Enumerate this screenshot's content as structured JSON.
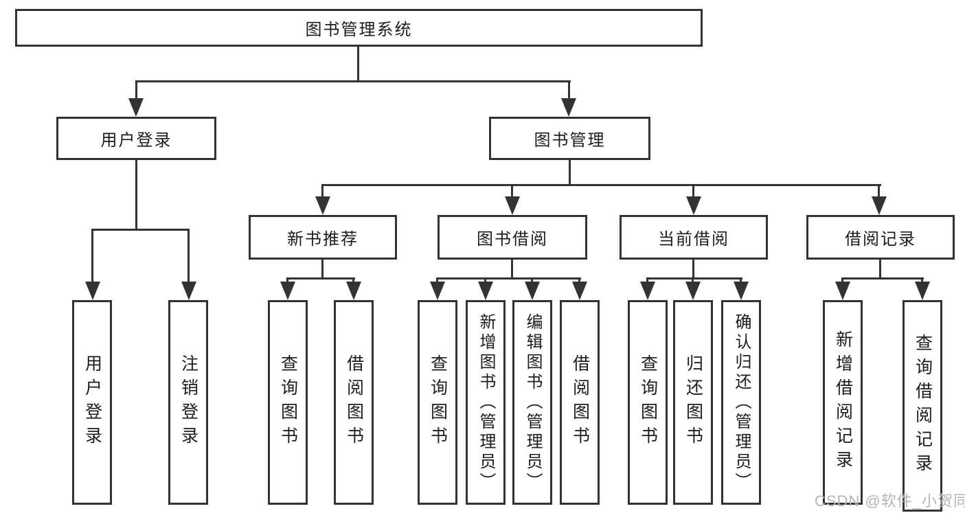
{
  "diagram": {
    "root": "图书管理系统",
    "user_login": {
      "label": "用户登录",
      "children": [
        "用户登录",
        "注销登录"
      ]
    },
    "book_mgmt": {
      "label": "图书管理",
      "sections": [
        {
          "label": "新书推荐",
          "children": [
            "查询图书",
            "借阅图书"
          ]
        },
        {
          "label": "图书借阅",
          "children": [
            "查询图书",
            "新增图书（管理员）",
            "编辑图书（管理员）",
            "借阅图书"
          ]
        },
        {
          "label": "当前借阅",
          "children": [
            "查询图书",
            "归还图书",
            "确认归还（管理员）"
          ]
        },
        {
          "label": "借阅记录",
          "children": [
            "新增借阅记录",
            "查询借阅记录"
          ]
        }
      ]
    }
  },
  "watermark": "CSDN @软件_小贺同学",
  "colors": {
    "line": "#333333",
    "ink": "#1c1c1c",
    "watermark": "#b5b5b5",
    "background": "#ffffff"
  }
}
